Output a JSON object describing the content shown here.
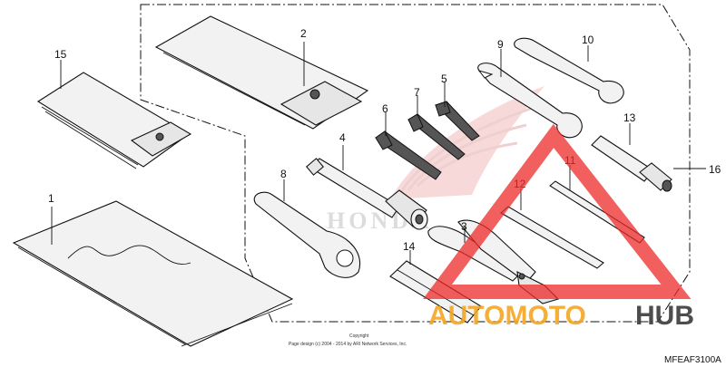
{
  "callouts": {
    "c1": "1",
    "c2": "2",
    "c3": "3",
    "c4": "4",
    "c5": "5",
    "c6": "6",
    "c7": "7",
    "c8": "8",
    "c9": "9",
    "c10": "10",
    "c11": "11",
    "c12": "12",
    "c13": "13",
    "c14": "14",
    "c15": "15",
    "c16": "16"
  },
  "diagram_code": "MFEAF3100A",
  "copyright": {
    "line1": "Copyright",
    "line2": "Page design (c) 2004 - 2014 by ARI Network Services, Inc."
  },
  "watermark": {
    "brand_text": "HONDA",
    "site_text_1": "AUTOMOTO",
    "site_text_2": "HUB",
    "color_red": "#ee2a2a",
    "color_orange": "#f5a623",
    "color_dark": "#3a3a3a"
  },
  "colors": {
    "line": "#111111",
    "background": "#ffffff"
  }
}
